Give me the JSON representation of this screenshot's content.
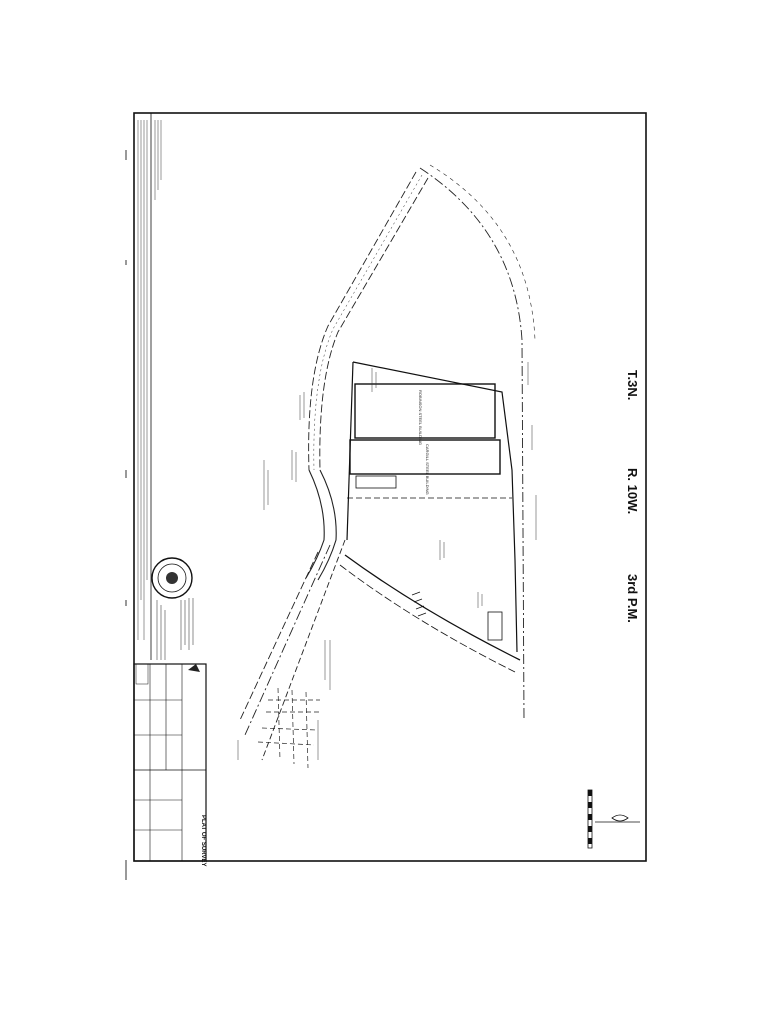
{
  "drawing": {
    "township": "T.3N.",
    "range": "R. 10W.",
    "meridian": "3rd P.M."
  },
  "buildings": {
    "upper": "ROBINSON STEEL BUILDING",
    "lower": "CARGILL STEEL BUILDING"
  },
  "title_block": {
    "title": "PLAT OF SURVEY"
  }
}
